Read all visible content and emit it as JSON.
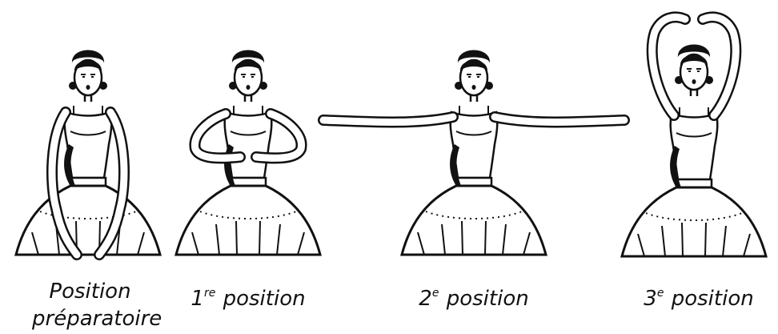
{
  "figures": [
    {
      "id": "preparatory",
      "caption_line1": "Position",
      "caption_line2": "préparatoire"
    },
    {
      "id": "first",
      "caption_number": "1",
      "caption_suffix": "re",
      "caption_word": "position"
    },
    {
      "id": "second",
      "caption_number": "2",
      "caption_suffix": "e",
      "caption_word": "position"
    },
    {
      "id": "third",
      "caption_number": "3",
      "caption_suffix": "e",
      "caption_word": "position"
    }
  ],
  "colors": {
    "ink": "#111111",
    "paper": "#ffffff"
  }
}
